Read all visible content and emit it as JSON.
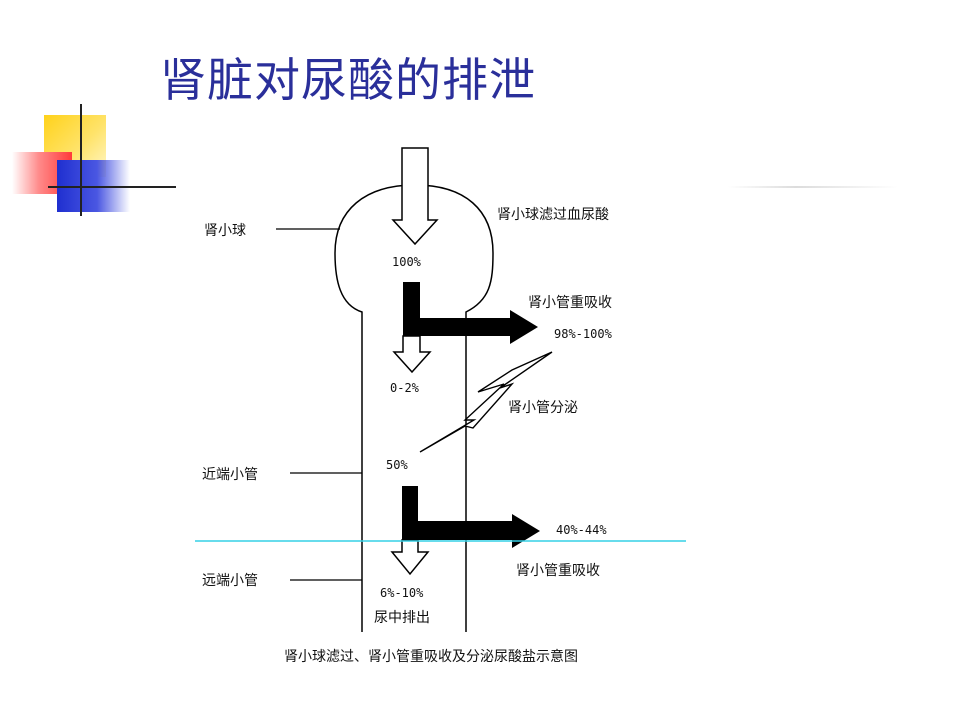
{
  "title": "肾脏对尿酸的排泄",
  "diagram": {
    "left_labels": {
      "glomerulus": "肾小球",
      "proximal_tubule": "近端小管",
      "distal_tubule": "远端小管"
    },
    "right_labels": {
      "filtration": "肾小球滤过血尿酸",
      "reabsorption_1": "肾小管重吸收",
      "secretion": "肾小管分泌",
      "reabsorption_2": "肾小管重吸收"
    },
    "values": {
      "filtered": "100%",
      "reabsorbed_1": "98%-100%",
      "remaining": "0-2%",
      "secreted": "50%",
      "reabsorbed_2": "40%-44%",
      "excreted": "6%-10%"
    },
    "outlet_label": "尿中排出",
    "caption": "肾小球滤过、肾小管重吸收及分泌尿酸盐示意图"
  },
  "colors": {
    "title": "#2a2f9a",
    "line": "#000000",
    "cyan_line": "#35d0e6"
  }
}
